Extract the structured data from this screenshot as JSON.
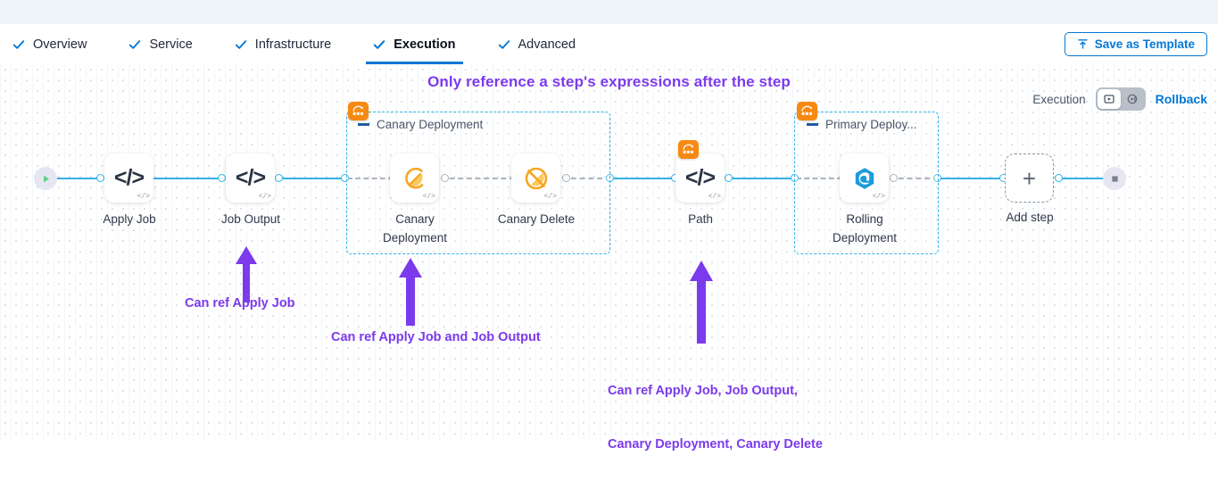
{
  "tabs": [
    {
      "label": "Overview",
      "active": false
    },
    {
      "label": "Service",
      "active": false
    },
    {
      "label": "Infrastructure",
      "active": false
    },
    {
      "label": "Execution",
      "active": true
    },
    {
      "label": "Advanced",
      "active": false
    }
  ],
  "toolbar": {
    "save_label": "Save as Template",
    "save_icon": "upload-icon"
  },
  "headline": "Only reference a step's expressions after the step",
  "exec_control": {
    "label": "Execution",
    "rollback_label": "Rollback",
    "mode_execution_icon": "play-box-icon",
    "mode_rollback_icon": "rollback-arrow-icon",
    "selected": "execution"
  },
  "pipeline": {
    "start_icon": "play-icon",
    "end_icon": "stop-icon",
    "add_step_label": "Add step",
    "add_step_icon": "plus-icon",
    "nodes": [
      {
        "label": "Apply Job",
        "icon": "code-icon",
        "corner": "code-badge"
      },
      {
        "label": "Job Output",
        "icon": "code-icon",
        "corner": "code-badge"
      },
      {
        "label": "Canary\nDeployment",
        "icon": "canary-bird-icon",
        "corner": "code-badge"
      },
      {
        "label": "Canary Delete",
        "icon": "canary-delete-icon",
        "corner": "code-badge"
      },
      {
        "label": "Path",
        "icon": "code-icon",
        "corner": "code-badge"
      },
      {
        "label": "Rolling\nDeployment",
        "icon": "rolling-deployment-icon",
        "corner": "code-badge"
      }
    ],
    "groups": [
      {
        "title": "Canary Deployment",
        "badge_icon": "step-group-icon"
      },
      {
        "title": "Primary Deploy...",
        "badge_icon": "step-group-icon"
      }
    ]
  },
  "annotations": [
    {
      "text": "Can ref Apply Job"
    },
    {
      "text": "Can ref Apply Job and Job Output"
    },
    {
      "text": "Can ref Apply Job, Job Output,\nCanary Deployment, Canary Delete"
    }
  ],
  "colors": {
    "accent_blue": "#0278d5",
    "link_cyan": "#33b2e8",
    "annotation_purple": "#7c3aed",
    "badge_orange": "#f78913",
    "group_border": "#33b2e8"
  },
  "node_labels": {
    "apply_job": "Apply Job",
    "job_output": "Job Output",
    "canary_deployment": "Canary Deployment",
    "canary_delete": "Canary Delete",
    "path": "Path",
    "rolling_deployment": "Rolling Deployment"
  },
  "node_label_lines": {
    "canary_deployment_l1": "Canary",
    "canary_deployment_l2": "Deployment",
    "rolling_deployment_l1": "Rolling",
    "rolling_deployment_l2": "Deployment"
  },
  "annotation_lines": {
    "a1": "Can ref Apply Job",
    "a2": "Can ref Apply Job and Job Output",
    "a3_l1": "Can ref Apply Job, Job Output,",
    "a3_l2": "Canary Deployment, Canary Delete"
  }
}
